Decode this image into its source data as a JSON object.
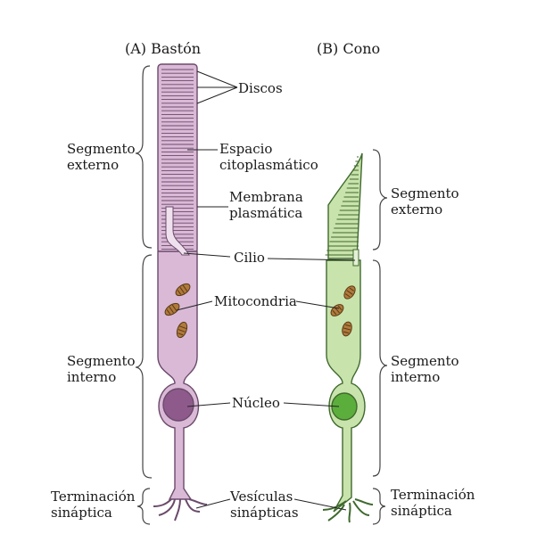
{
  "titles": {
    "rod": "(A) Bastón",
    "cone": "(B) Cono"
  },
  "labels": {
    "discos": "Discos",
    "espacio_1": "Espacio",
    "espacio_2": "citoplasmático",
    "membrana_1": "Membrana",
    "membrana_2": "plasmática",
    "cilio": "Cilio",
    "mitocondria": "Mitocondria",
    "nucleo": "Núcleo",
    "vesiculas_1": "Vesículas",
    "vesiculas_2": "sinápticas"
  },
  "regions": {
    "left_outer_1": "Segmento",
    "left_outer_2": "externo",
    "left_inner_1": "Segmento",
    "left_inner_2": "interno",
    "left_term_1": "Terminación",
    "left_term_2": "sináptica",
    "right_outer_1": "Segmento",
    "right_outer_2": "externo",
    "right_inner_1": "Segmento",
    "right_inner_2": "interno",
    "right_term_1": "Terminación",
    "right_term_2": "sináptica"
  },
  "colors": {
    "rod_fill": "#d9b9d6",
    "rod_stroke": "#6b4a6b",
    "rod_nucleus": "#8e5a8c",
    "cone_fill": "#c9e3ad",
    "cone_stroke": "#3f6a2d",
    "cone_nucleus": "#5cae3c",
    "mitochondria": "#b07a3c"
  }
}
